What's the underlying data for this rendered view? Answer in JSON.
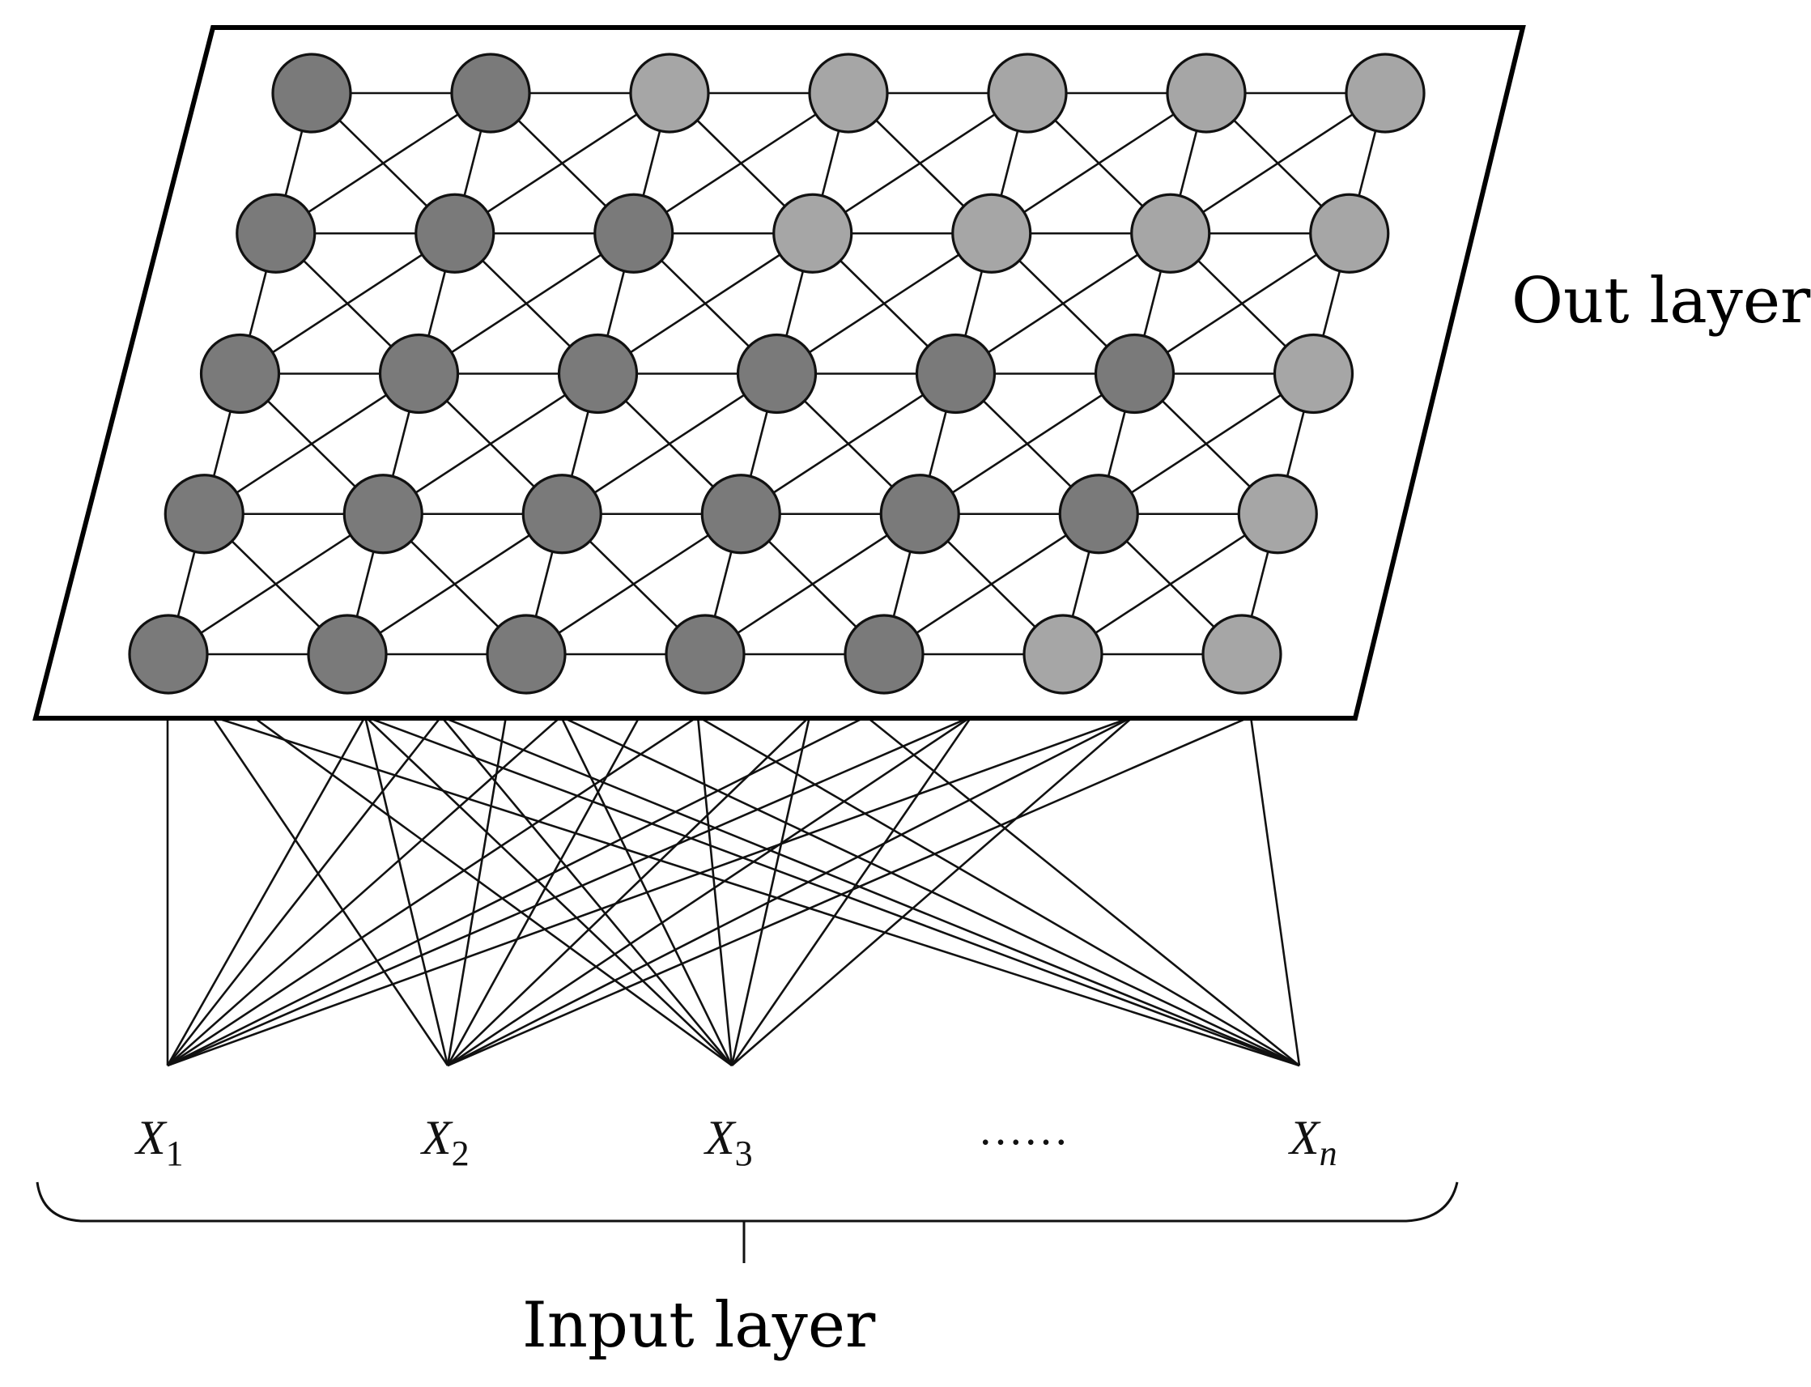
{
  "output_layer": {
    "label": "Out layer",
    "rows": 5,
    "cols": 7,
    "node_colors": {
      "dark": "#7a7a7a",
      "light": "#a6a6a6"
    },
    "shading": [
      [
        "dark",
        "dark",
        "light",
        "light",
        "light",
        "light",
        "light"
      ],
      [
        "dark",
        "dark",
        "dark",
        "light",
        "light",
        "light",
        "light"
      ],
      [
        "dark",
        "dark",
        "dark",
        "dark",
        "dark",
        "dark",
        "light"
      ],
      [
        "dark",
        "dark",
        "dark",
        "dark",
        "dark",
        "dark",
        "light"
      ],
      [
        "dark",
        "dark",
        "dark",
        "dark",
        "dark",
        "light",
        "light"
      ]
    ]
  },
  "input_layer": {
    "label": "Input layer",
    "inputs": [
      {
        "base": "X",
        "sub": "1"
      },
      {
        "base": "X",
        "sub": "2"
      },
      {
        "base": "X",
        "sub": "3"
      },
      {
        "base": "X",
        "sub": "n"
      }
    ],
    "ellipsis": "……"
  }
}
